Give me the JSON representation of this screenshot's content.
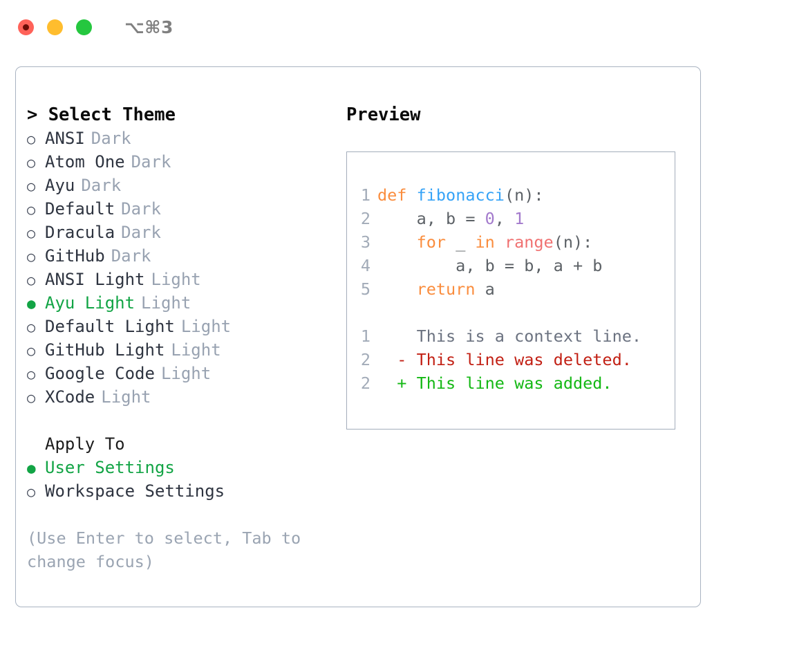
{
  "titlebar": {
    "shortcut": "⌥⌘3",
    "buttons": [
      {
        "name": "close",
        "color": "#ff6259"
      },
      {
        "name": "minimize",
        "color": "#ffbd2e"
      },
      {
        "name": "maximize",
        "color": "#25c73f"
      }
    ]
  },
  "theme_section": {
    "header": "> Select Theme",
    "focused": true,
    "items": [
      {
        "marker": "○",
        "label": "ANSI",
        "tag": "Dark",
        "selected": false
      },
      {
        "marker": "○",
        "label": "Atom One",
        "tag": "Dark",
        "selected": false
      },
      {
        "marker": "○",
        "label": "Ayu",
        "tag": "Dark",
        "selected": false
      },
      {
        "marker": "○",
        "label": "Default",
        "tag": "Dark",
        "selected": false
      },
      {
        "marker": "○",
        "label": "Dracula",
        "tag": "Dark",
        "selected": false
      },
      {
        "marker": "○",
        "label": "GitHub",
        "tag": "Dark",
        "selected": false
      },
      {
        "marker": "○",
        "label": "ANSI Light",
        "tag": "Light",
        "selected": false
      },
      {
        "marker": "●",
        "label": "Ayu Light",
        "tag": "Light",
        "selected": true
      },
      {
        "marker": "○",
        "label": "Default Light",
        "tag": "Light",
        "selected": false
      },
      {
        "marker": "○",
        "label": "GitHub Light",
        "tag": "Light",
        "selected": false
      },
      {
        "marker": "○",
        "label": "Google Code",
        "tag": "Light",
        "selected": false
      },
      {
        "marker": "○",
        "label": "XCode",
        "tag": "Light",
        "selected": false
      }
    ]
  },
  "apply_section": {
    "header": "Apply To",
    "items": [
      {
        "marker": "●",
        "label": "User Settings",
        "selected": true
      },
      {
        "marker": "○",
        "label": "Workspace Settings",
        "selected": false
      }
    ]
  },
  "hint": "(Use Enter to select, Tab to change focus)",
  "preview": {
    "title": "Preview",
    "code_lines": [
      {
        "num": "1",
        "tokens": [
          {
            "t": "def",
            "c": "kw"
          },
          {
            "t": " ",
            "c": "plain"
          },
          {
            "t": "fibonacci",
            "c": "fn"
          },
          {
            "t": "(n):",
            "c": "punc"
          }
        ]
      },
      {
        "num": "2",
        "tokens": [
          {
            "t": "    a, b = ",
            "c": "plain"
          },
          {
            "t": "0",
            "c": "num"
          },
          {
            "t": ", ",
            "c": "plain"
          },
          {
            "t": "1",
            "c": "num"
          }
        ]
      },
      {
        "num": "3",
        "tokens": [
          {
            "t": "    ",
            "c": "plain"
          },
          {
            "t": "for",
            "c": "kw"
          },
          {
            "t": " _ ",
            "c": "plain"
          },
          {
            "t": "in",
            "c": "kw"
          },
          {
            "t": " ",
            "c": "plain"
          },
          {
            "t": "range",
            "c": "builtin"
          },
          {
            "t": "(n):",
            "c": "punc"
          }
        ]
      },
      {
        "num": "4",
        "tokens": [
          {
            "t": "        a, b = b, a + b",
            "c": "plain"
          }
        ]
      },
      {
        "num": "5",
        "tokens": [
          {
            "t": "    ",
            "c": "plain"
          },
          {
            "t": "return",
            "c": "kw"
          },
          {
            "t": " a",
            "c": "plain"
          }
        ]
      }
    ],
    "diff_lines": [
      {
        "num": "1",
        "sign": " ",
        "text": " This is a context line.",
        "kind": "ctx"
      },
      {
        "num": "2",
        "sign": "-",
        "text": " This line was deleted.",
        "kind": "del"
      },
      {
        "num": "2",
        "sign": "+",
        "text": " This line was added.",
        "kind": "add"
      }
    ]
  },
  "colors": {
    "accent_green": "#12a445",
    "tag_gray": "#98a2b1",
    "border": "#a9b3c1",
    "keyword": "#fa8d3e",
    "function": "#36a3f7",
    "number": "#a37acc",
    "builtin": "#f07171",
    "diff_add": "#14b814",
    "diff_del": "#c22014"
  }
}
